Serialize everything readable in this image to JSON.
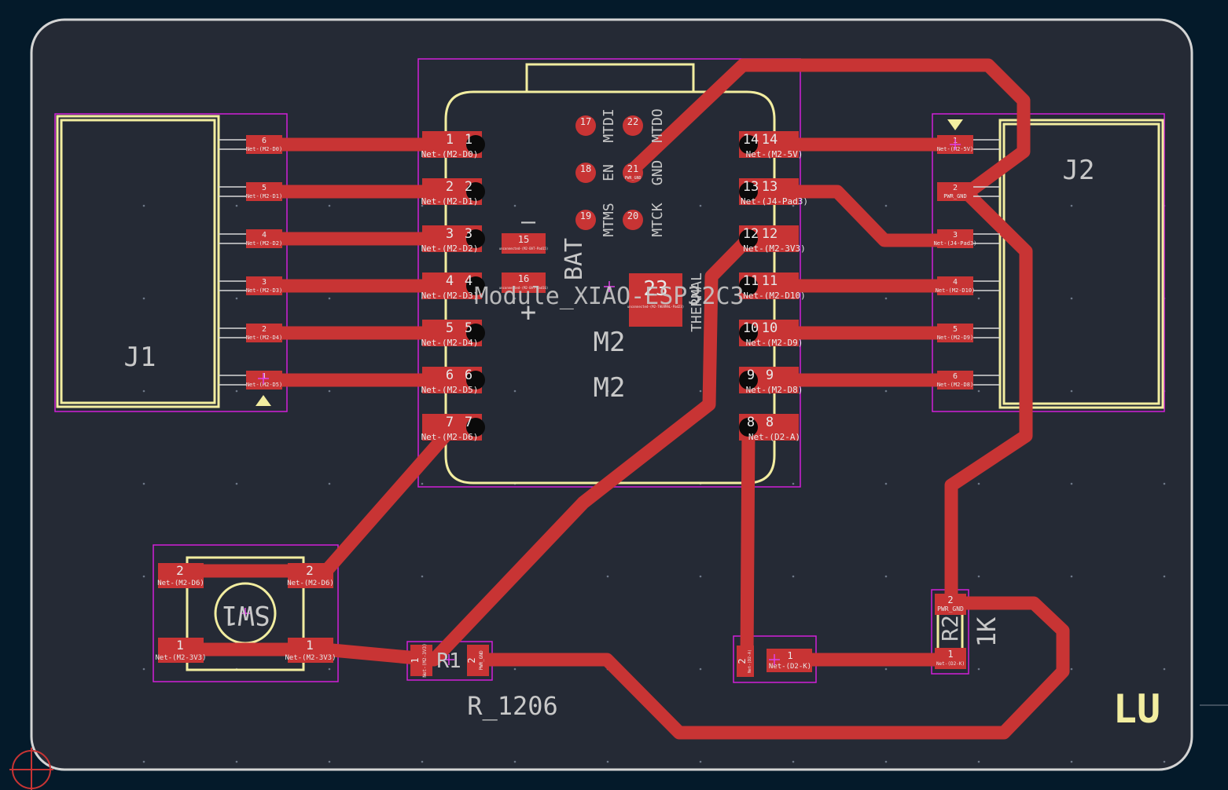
{
  "refs": {
    "j1": "J1",
    "j2": "J2",
    "sw1": "SW1",
    "m2_a": "M2",
    "m2_b": "M2",
    "r1": "R1",
    "r1_value": "R_1206",
    "r2": "R2",
    "r2_value": "1K",
    "module_value": "Module_XIAO-ESP32C3",
    "corner_text": "LU",
    "bat": "BAT",
    "bat_minus": "–",
    "bat_plus": "+",
    "thermal": "THERMAL"
  },
  "xiao_left": [
    {
      "num": "1",
      "net": "Net-(M2-D0)"
    },
    {
      "num": "2",
      "net": "Net-(M2-D1)"
    },
    {
      "num": "3",
      "net": "Net-(M2-D2)"
    },
    {
      "num": "4",
      "net": "Net-(M2-D3)"
    },
    {
      "num": "5",
      "net": "Net-(M2-D4)"
    },
    {
      "num": "6",
      "net": "Net-(M2-D5)"
    },
    {
      "num": "7",
      "net": "Net-(M2-D6)"
    }
  ],
  "xiao_right": [
    {
      "num": "14",
      "net": "Net-(M2-5V)"
    },
    {
      "num": "13",
      "net": "Net-(J4-Pad3)"
    },
    {
      "num": "12",
      "net": "Net-(M2-3V3)"
    },
    {
      "num": "11",
      "net": "Net-(M2-D10)"
    },
    {
      "num": "10",
      "net": "Net-(M2-D9)"
    },
    {
      "num": "9",
      "net": "Net-(M2-D8)"
    },
    {
      "num": "8",
      "net": "Net-(D2-A)"
    }
  ],
  "xiao_mid_pads": [
    {
      "num": "15",
      "net": "unconnected-(M2-BAT-Pad15)"
    },
    {
      "num": "16",
      "net": "unconnected-(M2-BAT-Pad16)"
    },
    {
      "num": "23",
      "net": "unconnected-(M2-THERMAL-Pad23)"
    }
  ],
  "jtag_pads": [
    {
      "num": "17",
      "label": "MTDI"
    },
    {
      "num": "22",
      "label": "MTDO"
    },
    {
      "num": "18",
      "label": "EN"
    },
    {
      "num": "21",
      "label": "GND",
      "net": "PWR_GND"
    },
    {
      "num": "19",
      "label": "MTMS"
    },
    {
      "num": "20",
      "label": "MTCK"
    }
  ],
  "j1_pins": [
    {
      "num": "6",
      "net": "Net-(M2-D0)"
    },
    {
      "num": "5",
      "net": "Net-(M2-D1)"
    },
    {
      "num": "4",
      "net": "Net-(M2-D2)"
    },
    {
      "num": "3",
      "net": "Net-(M2-D3)"
    },
    {
      "num": "2",
      "net": "Net-(M2-D4)"
    },
    {
      "num": "1",
      "net": "Net-(M2-D5)"
    }
  ],
  "j2_pins": [
    {
      "num": "1",
      "net": "Net-(M2-5V)"
    },
    {
      "num": "2",
      "net": "PWR_GND"
    },
    {
      "num": "3",
      "net": "Net-(J4-Pad3)"
    },
    {
      "num": "4",
      "net": "Net-(M2-D10)"
    },
    {
      "num": "5",
      "net": "Net-(M2-D9)"
    },
    {
      "num": "6",
      "net": "Net-(M2-D8)"
    }
  ],
  "sw1_pins": [
    {
      "num": "2",
      "net": "Net-(M2-D6)"
    },
    {
      "num": "2",
      "net": "Net-(M2-D6)"
    },
    {
      "num": "1",
      "net": "Net-(M2-3V3)"
    },
    {
      "num": "1",
      "net": "Net-(M2-3V3)"
    }
  ],
  "r1_pins": [
    {
      "num": "1",
      "net": "Net-(M2-3V3)"
    },
    {
      "num": "2",
      "net": "PWR_GND"
    }
  ],
  "d2_pins": [
    {
      "num": "2",
      "net": "Net-(D2-A)"
    },
    {
      "num": "1",
      "net": "Net-(D2-K)"
    }
  ],
  "r2_pins": [
    {
      "num": "2",
      "net": "PWR_GND"
    },
    {
      "num": "1",
      "net": "Net-(D2-K)"
    }
  ],
  "colors": {
    "background": "#041a2a",
    "board": "#252a35",
    "edge": "#d4d4d4",
    "copper": "#c83434",
    "silkscreen": "#f2eda0",
    "courtyard": "#d21fd8"
  }
}
